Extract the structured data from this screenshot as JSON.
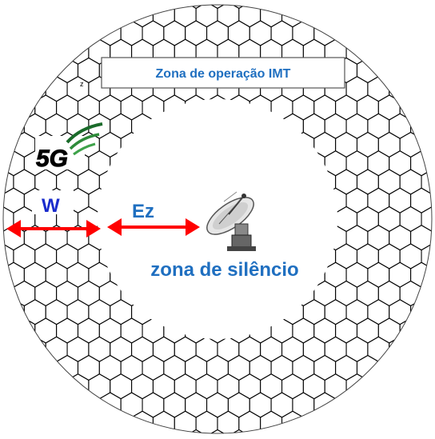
{
  "title_box": {
    "label": "Zona de operação IMT"
  },
  "labels": {
    "w": "W",
    "ez": "Ez",
    "silence_zone": "zona de silêncio",
    "small_z": "z"
  },
  "logo": {
    "text": "5G",
    "accent_color": "#1a6b2a"
  },
  "colors": {
    "hex_stroke": "#000000",
    "title_text": "#1f6fc0",
    "arrow": "#ff0000",
    "w_text": "#1a2ccc",
    "ez_text": "#1f6fc0",
    "silence_text": "#1f6fc0"
  },
  "icons": {
    "antenna": "satellite-dish-icon"
  }
}
